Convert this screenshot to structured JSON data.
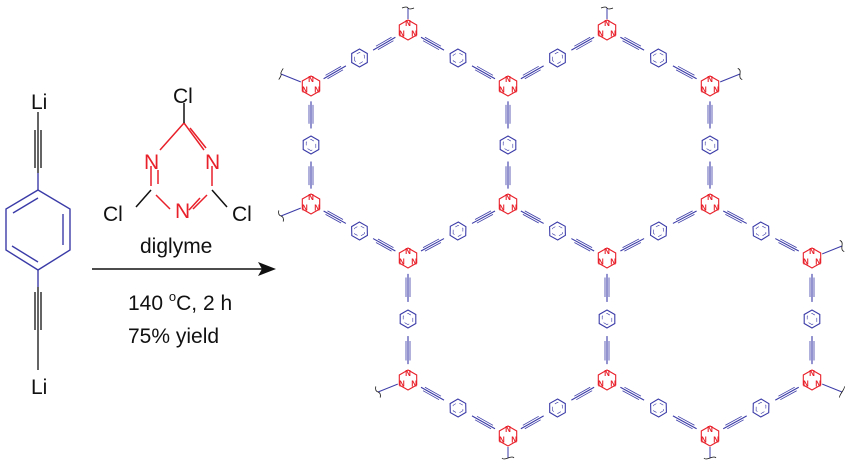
{
  "reactant": {
    "top_atom": "Li",
    "bottom_atom": "Li"
  },
  "reagent": {
    "substituent": "Cl",
    "ring_atom": "N"
  },
  "conditions": {
    "solvent": "diglyme",
    "temp_prefix": "140 ",
    "temp_degree": "o",
    "temp_suffix": "C, 2 h",
    "yield": "75% yield"
  },
  "product": {
    "ring_atom": "N"
  },
  "colors": {
    "benzene": "#3b3ba8",
    "triazine": "#e8202a",
    "text": "#111111"
  }
}
